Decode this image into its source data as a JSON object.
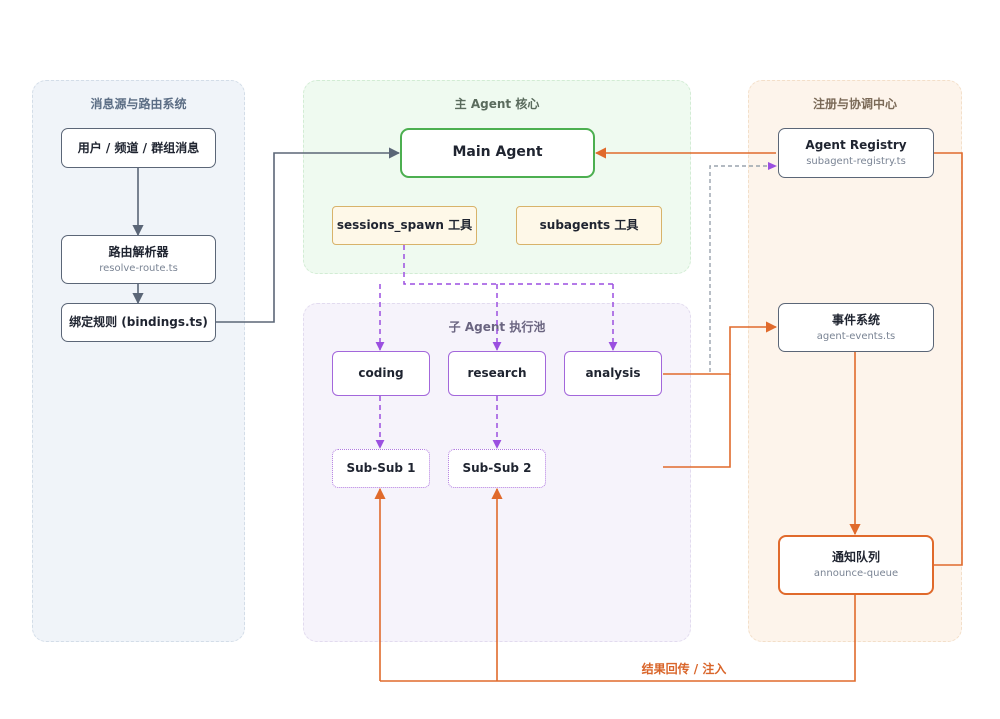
{
  "regions": {
    "message_routing": "消息源与路由系统",
    "main_agent_core": "主 Agent 核心",
    "sub_agent_pool": "子 Agent 执行池",
    "registry_center": "注册与协调中心"
  },
  "nodes": {
    "message_sources": {
      "title": "用户 / 频道 / 群组消息"
    },
    "route_parser": {
      "title": "路由解析器",
      "subtitle": "resolve-route.ts"
    },
    "binding_rules": {
      "title": "绑定规则 (bindings.ts)"
    },
    "main_agent": {
      "title": "Main Agent"
    },
    "sessions_spawn": {
      "title": "sessions_spawn 工具"
    },
    "subagents_tool": {
      "title": "subagents 工具"
    },
    "coding": {
      "title": "coding"
    },
    "research": {
      "title": "research"
    },
    "analysis": {
      "title": "analysis"
    },
    "sub_sub_1": {
      "title": "Sub-Sub 1"
    },
    "sub_sub_2": {
      "title": "Sub-Sub 2"
    },
    "agent_registry": {
      "title": "Agent Registry",
      "subtitle": "subagent-registry.ts"
    },
    "event_system": {
      "title": "事件系统",
      "subtitle": "agent-events.ts"
    },
    "announce_queue": {
      "title": "通知队列",
      "subtitle": "announce-queue"
    }
  },
  "edges": {
    "feedback_label": "结果回传 / 注入"
  },
  "colors": {
    "slate": "#5b6677",
    "green": "#4caf50",
    "amber": "#d8b36a",
    "purple": "#9b4fe0",
    "orange": "#e06a2c",
    "gray_dashed": "#9aa3ad"
  }
}
